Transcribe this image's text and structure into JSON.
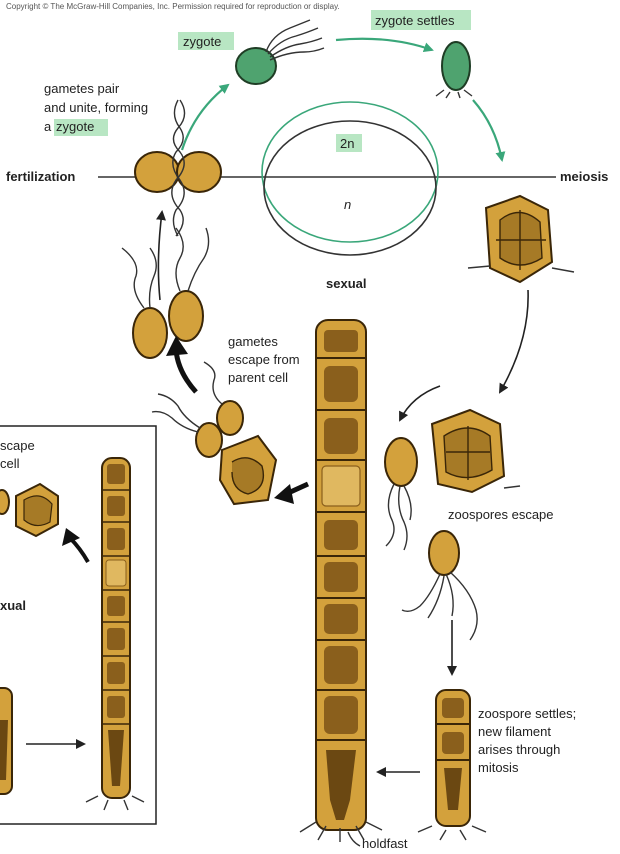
{
  "header": {
    "copyright": "Copyright © The McGraw-Hill Companies, Inc. Permission required for reproduction or display."
  },
  "labels": {
    "zygote": "zygote",
    "zygote_settles": "zygote settles",
    "gametes_pair_line1": "gametes pair",
    "gametes_pair_line2": "and unite, forming",
    "gametes_pair_line3_prefix": "a",
    "gametes_pair_line3_hl": "zygote",
    "fertilization": "fertilization",
    "meiosis": "meiosis",
    "ploidy_2n": "2n",
    "ploidy_n": "n",
    "sexual": "sexual",
    "gametes_escape_line1": "gametes",
    "gametes_escape_line2": "escape from",
    "gametes_escape_line3": "parent cell",
    "zoospores_escape": "zoospores escape",
    "zoospore_settles_line1": "zoospore settles;",
    "zoospore_settles_line2": "new filament",
    "zoospore_settles_line3": "arises through",
    "zoospore_settles_line4": "mitosis",
    "holdfast": "holdfast",
    "inset_escape": "scape",
    "inset_cell": "cell",
    "inset_asexual": "xual"
  },
  "colors": {
    "highlight": "#b8e6c3",
    "green_arrow": "#3aa77a",
    "cell_fill": "#d3a13c",
    "zygote_green": "#4fa36f"
  }
}
